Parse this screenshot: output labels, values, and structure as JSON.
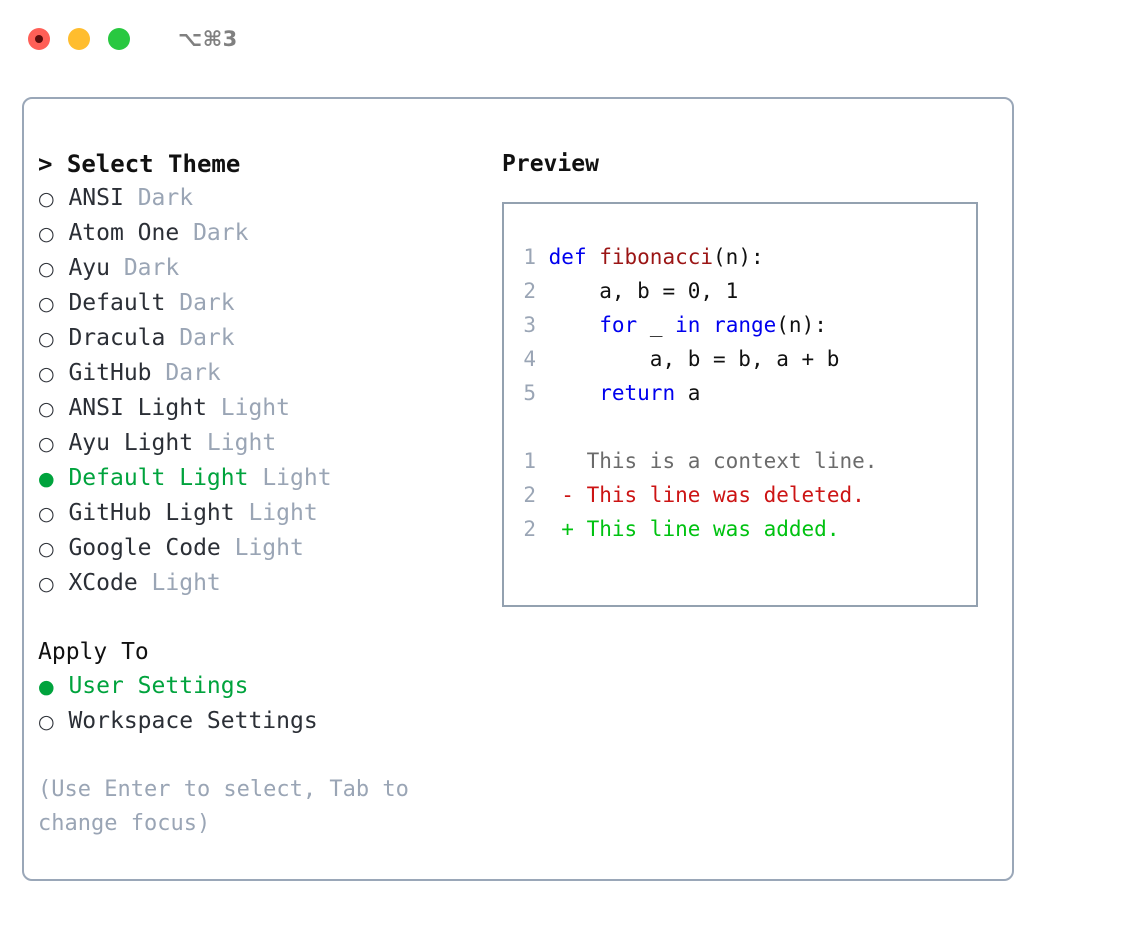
{
  "titlebar": {
    "shortcut": "⌥⌘3",
    "buttons": [
      {
        "name": "close",
        "color": "#ff5f57"
      },
      {
        "name": "minimize",
        "color": "#ffbd2e"
      },
      {
        "name": "maximize",
        "color": "#28c840"
      }
    ]
  },
  "theme_picker": {
    "header": "> Select Theme",
    "marker_selected": "●",
    "marker_unselected": "○",
    "items": [
      {
        "marker": "○",
        "name": "ANSI",
        "tag": "Dark",
        "selected": false
      },
      {
        "marker": "○",
        "name": "Atom One",
        "tag": "Dark",
        "selected": false
      },
      {
        "marker": "○",
        "name": "Ayu",
        "tag": "Dark",
        "selected": false
      },
      {
        "marker": "○",
        "name": "Default",
        "tag": "Dark",
        "selected": false
      },
      {
        "marker": "○",
        "name": "Dracula",
        "tag": "Dark",
        "selected": false
      },
      {
        "marker": "○",
        "name": "GitHub",
        "tag": "Dark",
        "selected": false
      },
      {
        "marker": "○",
        "name": "ANSI Light",
        "tag": "Light",
        "selected": false
      },
      {
        "marker": "○",
        "name": "Ayu Light",
        "tag": "Light",
        "selected": false
      },
      {
        "marker": "●",
        "name": "Default Light",
        "tag": "Light",
        "selected": true
      },
      {
        "marker": "○",
        "name": "GitHub Light",
        "tag": "Light",
        "selected": false
      },
      {
        "marker": "○",
        "name": "Google Code",
        "tag": "Light",
        "selected": false
      },
      {
        "marker": "○",
        "name": "XCode",
        "tag": "Light",
        "selected": false
      }
    ]
  },
  "apply_to": {
    "title": "Apply To",
    "options": [
      {
        "marker": "●",
        "label": "User Settings",
        "selected": true
      },
      {
        "marker": "○",
        "label": "Workspace Settings",
        "selected": false
      }
    ]
  },
  "hint": "(Use Enter to select, Tab to change focus)",
  "preview": {
    "title": "Preview",
    "code": [
      {
        "lineno": "1",
        "tokens": [
          {
            "t": "def ",
            "c": "kw"
          },
          {
            "t": "fibonacci",
            "c": "fn"
          },
          {
            "t": "(n):",
            "c": "plain"
          }
        ]
      },
      {
        "lineno": "2",
        "tokens": [
          {
            "t": "    a, b = 0, 1",
            "c": "plain"
          }
        ]
      },
      {
        "lineno": "3",
        "tokens": [
          {
            "t": "    ",
            "c": "plain"
          },
          {
            "t": "for",
            "c": "kw"
          },
          {
            "t": " _ ",
            "c": "plain"
          },
          {
            "t": "in",
            "c": "kw"
          },
          {
            "t": " ",
            "c": "plain"
          },
          {
            "t": "range",
            "c": "kw"
          },
          {
            "t": "(n):",
            "c": "plain"
          }
        ]
      },
      {
        "lineno": "4",
        "tokens": [
          {
            "t": "        a, b = b, a + b",
            "c": "plain"
          }
        ]
      },
      {
        "lineno": "5",
        "tokens": [
          {
            "t": "    ",
            "c": "plain"
          },
          {
            "t": "return",
            "c": "kw"
          },
          {
            "t": " a",
            "c": "plain"
          }
        ]
      }
    ],
    "diff": [
      {
        "lineno": "1",
        "sign": " ",
        "text": " This is a context line.",
        "kind": "ctx"
      },
      {
        "lineno": "2",
        "sign": "-",
        "text": " This line was deleted.",
        "kind": "del"
      },
      {
        "lineno": "2",
        "sign": "+",
        "text": " This line was added.",
        "kind": "add"
      }
    ]
  },
  "colors": {
    "accent_green": "#00a33d",
    "tag_gray": "#9aa5b5",
    "border": "#9aa7b8",
    "keyword_blue": "#0000ee",
    "function_red": "#9b1515",
    "diff_deleted": "#cc1414",
    "diff_added": "#00c211"
  }
}
